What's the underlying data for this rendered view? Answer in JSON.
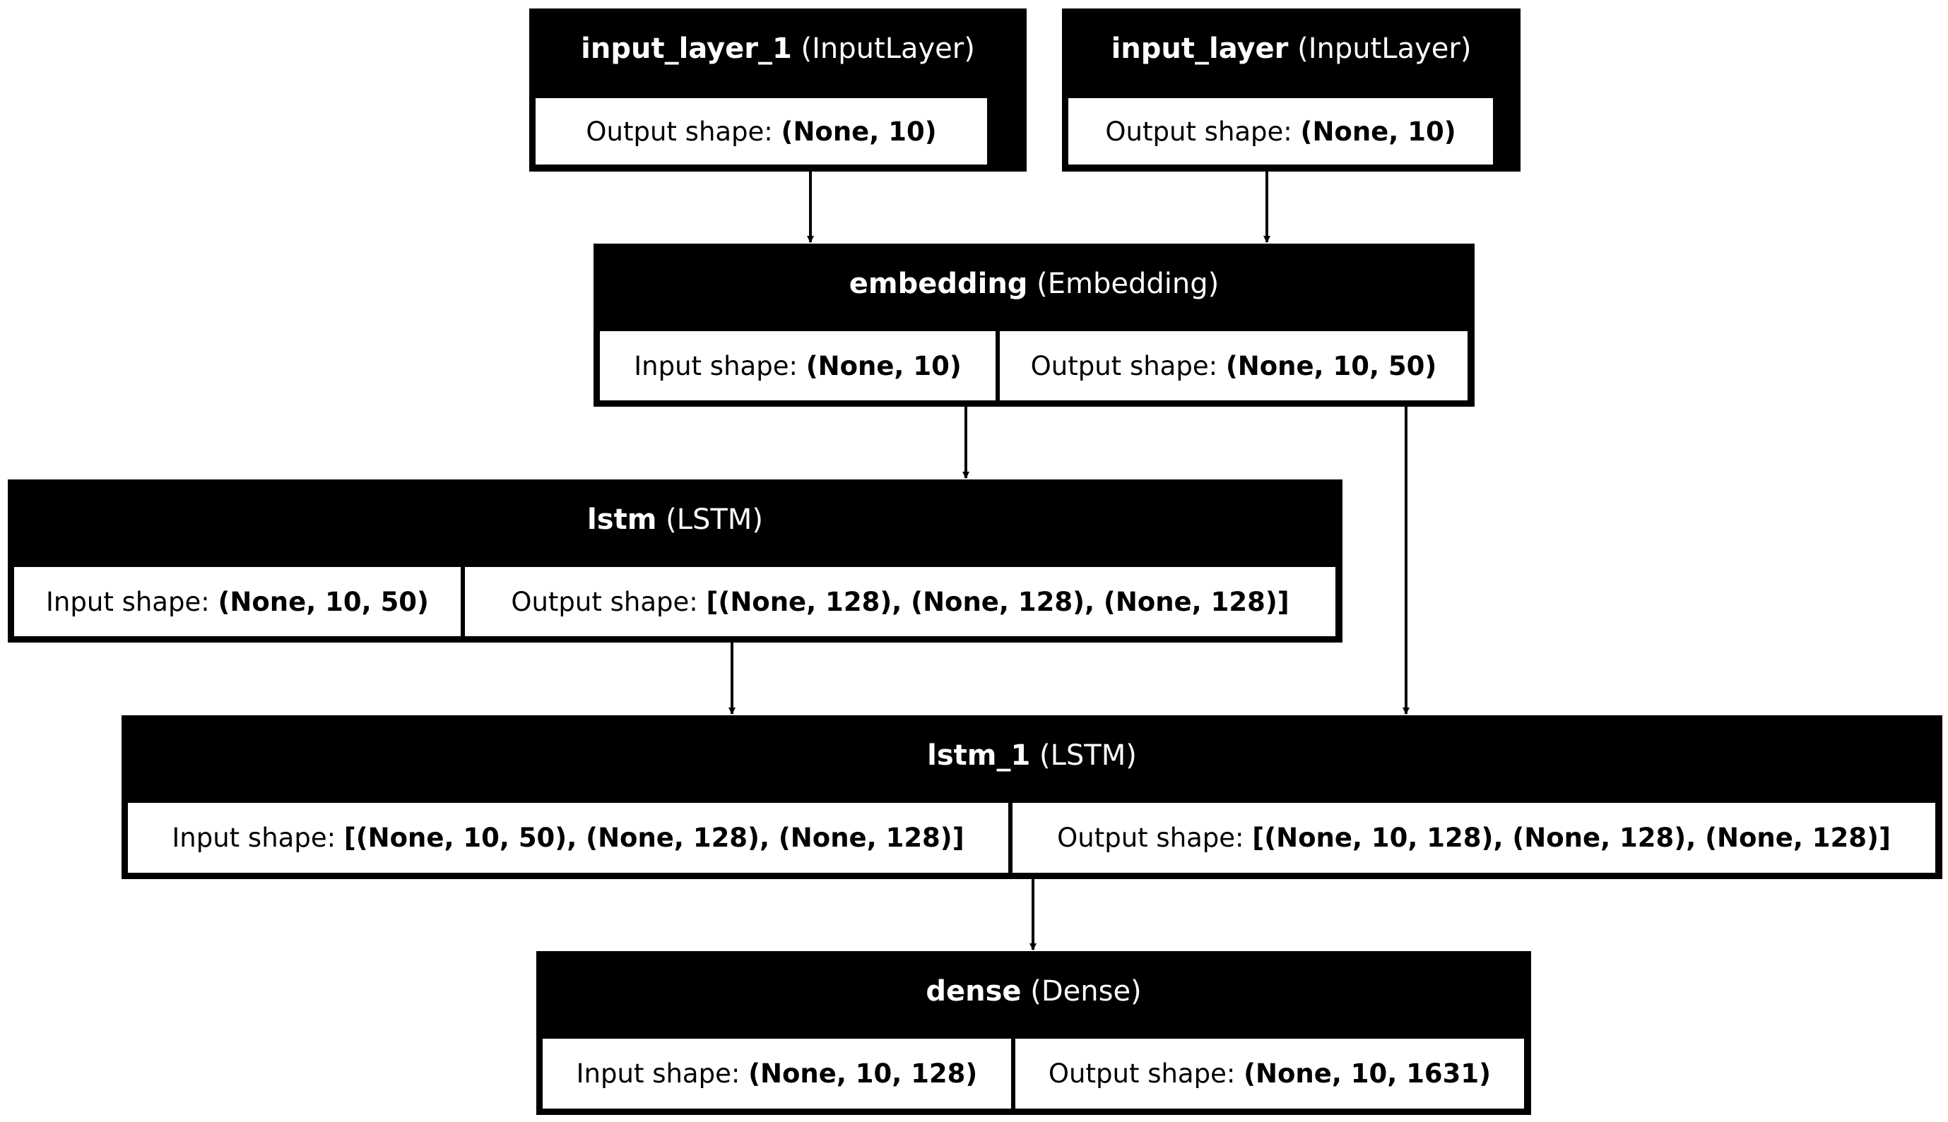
{
  "colors": {
    "box": "#000000",
    "cell_fill": "#ffffff",
    "edge": "#000000",
    "header_text": "#ffffff"
  },
  "labels": {
    "input_prefix": "Input shape: ",
    "output_prefix": "Output shape: "
  },
  "nodes": [
    {
      "id": "input_layer_1",
      "name": "input_layer_1",
      "type": "(InputLayer)",
      "input_shape": null,
      "output_shape": "(None, 10)"
    },
    {
      "id": "input_layer",
      "name": "input_layer",
      "type": "(InputLayer)",
      "input_shape": null,
      "output_shape": "(None, 10)"
    },
    {
      "id": "embedding",
      "name": "embedding",
      "type": "(Embedding)",
      "input_shape": "(None, 10)",
      "output_shape": "(None, 10, 50)"
    },
    {
      "id": "lstm",
      "name": "lstm",
      "type": "(LSTM)",
      "input_shape": "(None, 10, 50)",
      "output_shape": "[(None, 128), (None, 128), (None, 128)]"
    },
    {
      "id": "lstm_1",
      "name": "lstm_1",
      "type": "(LSTM)",
      "input_shape": "[(None, 10, 50), (None, 128), (None, 128)]",
      "output_shape": "[(None, 10, 128), (None, 128), (None, 128)]"
    },
    {
      "id": "dense",
      "name": "dense",
      "type": "(Dense)",
      "input_shape": "(None, 10, 128)",
      "output_shape": "(None, 10, 1631)"
    }
  ],
  "edges": [
    {
      "from": "input_layer_1",
      "to": "embedding"
    },
    {
      "from": "input_layer",
      "to": "embedding"
    },
    {
      "from": "embedding",
      "to": "lstm"
    },
    {
      "from": "embedding",
      "to": "lstm_1"
    },
    {
      "from": "lstm",
      "to": "lstm_1"
    },
    {
      "from": "lstm_1",
      "to": "dense"
    }
  ]
}
